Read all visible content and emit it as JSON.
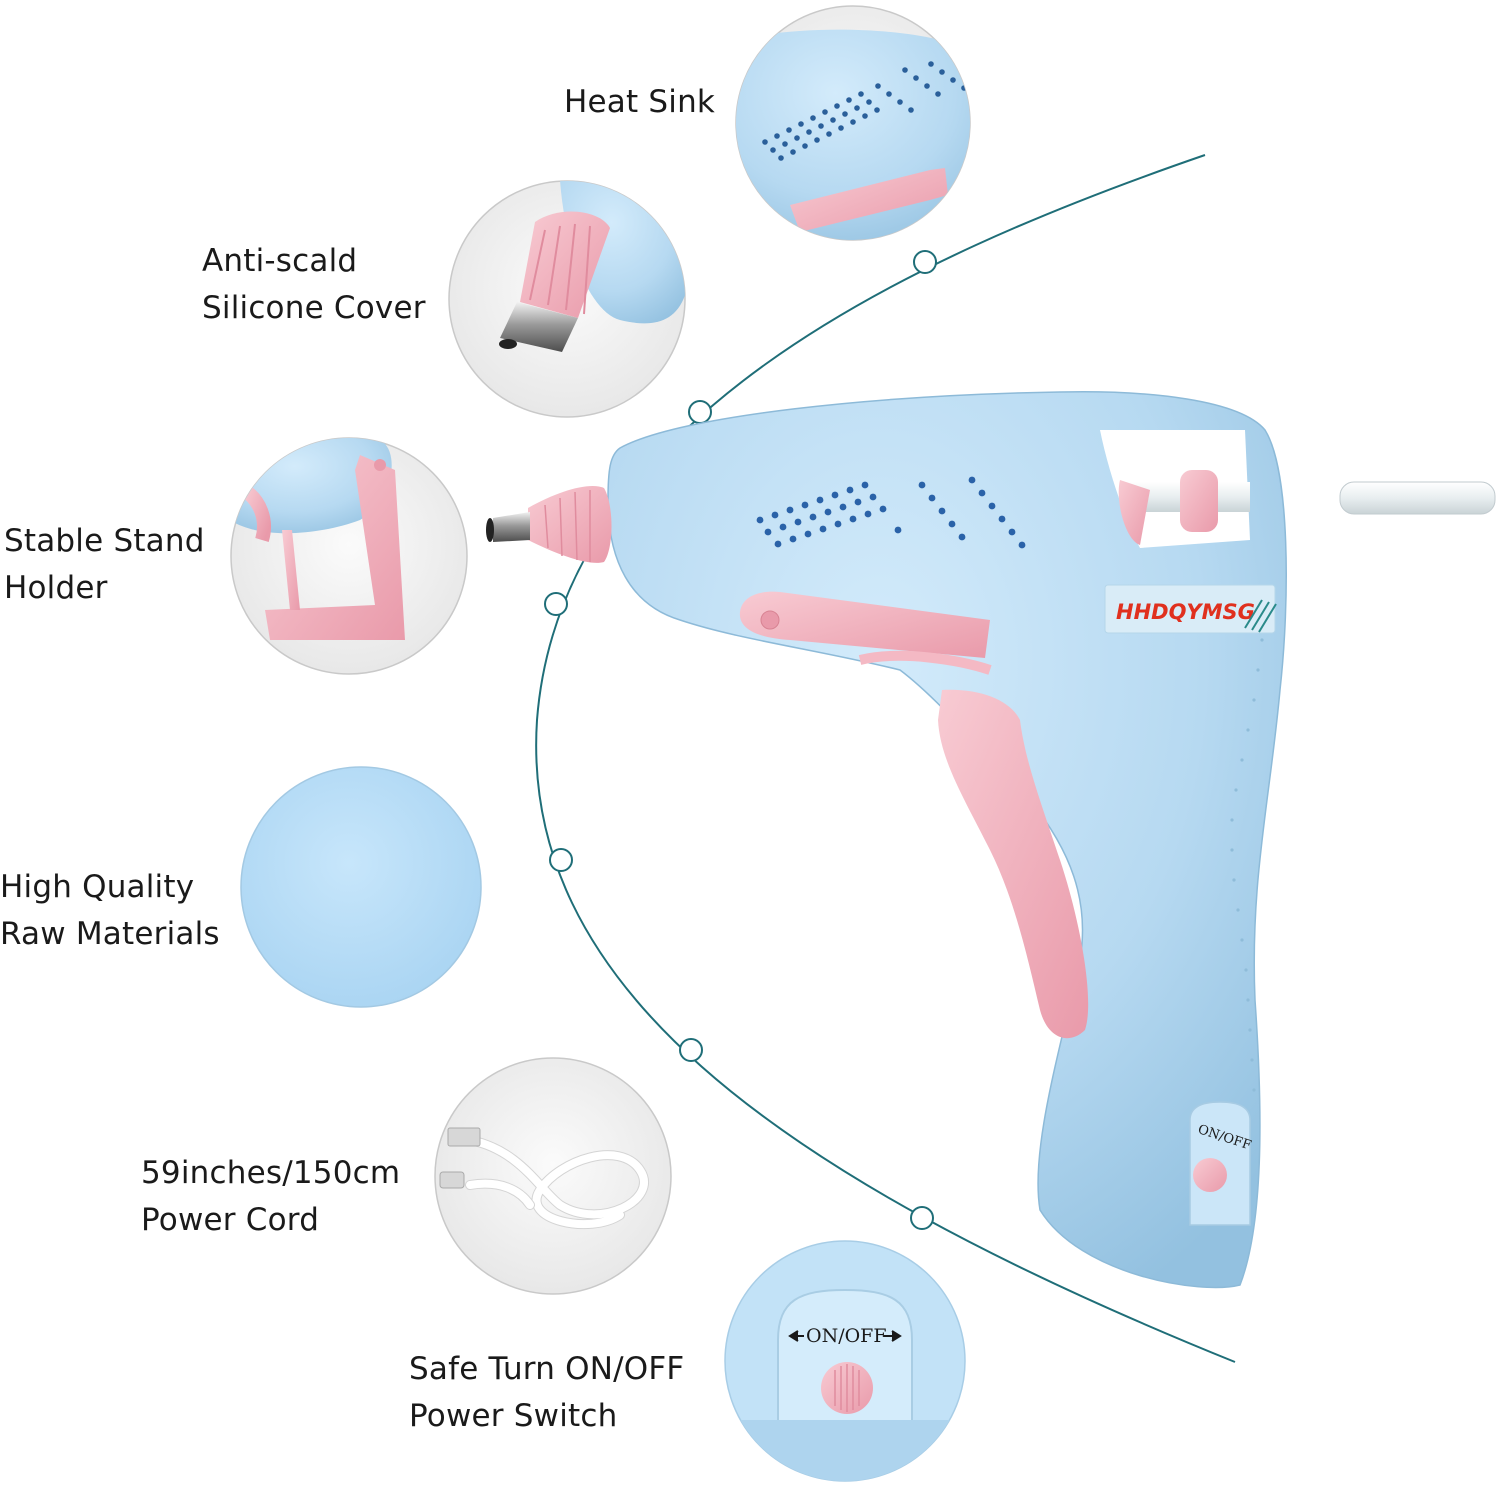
{
  "features": [
    {
      "id": "heat-sink",
      "lines": [
        "Heat Sink"
      ]
    },
    {
      "id": "silicone-cover",
      "lines": [
        "Anti-scald",
        "Silicone Cover"
      ]
    },
    {
      "id": "stand-holder",
      "lines": [
        "Stable Stand",
        "Holder"
      ]
    },
    {
      "id": "raw-materials",
      "lines": [
        "High Quality",
        "Raw Materials"
      ]
    },
    {
      "id": "power-cord",
      "lines": [
        "59inches/150cm",
        "Power Cord"
      ]
    },
    {
      "id": "power-switch",
      "lines": [
        "Safe Turn ON/OFF",
        "Power Switch"
      ]
    }
  ],
  "product": {
    "brand": "HHDQYMSG",
    "switch_label": "ON/OFF",
    "switch_label_zoom": "ON/OFF"
  },
  "colors": {
    "body": "#b9dcf2",
    "accent_pink": "#f4b9c4",
    "curve": "#1f6e78",
    "brand_text": "#e0301e"
  }
}
